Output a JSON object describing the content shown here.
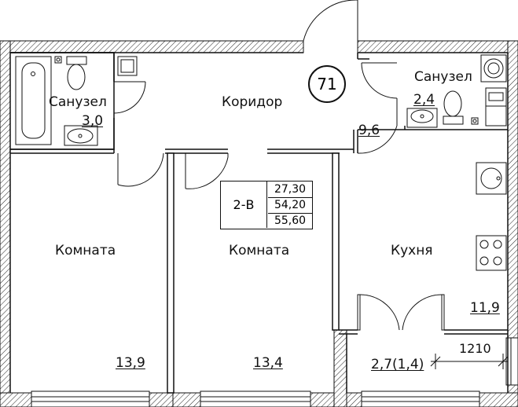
{
  "apartment": {
    "number": "71",
    "type": "2-В",
    "areas": [
      "27,30",
      "54,20",
      "55,60"
    ]
  },
  "rooms": {
    "bathroom_left": {
      "name": "Санузел",
      "area": "3,0"
    },
    "bathroom_right": {
      "name": "Санузел",
      "area": "2,4"
    },
    "corridor": {
      "name": "Коридор",
      "area": "9,6"
    },
    "room_left": {
      "name": "Комната",
      "area": "13,9"
    },
    "room_middle": {
      "name": "Комната",
      "area": "13,4"
    },
    "kitchen": {
      "name": "Кухня",
      "area": "11,9"
    },
    "balcony": {
      "area": "2,7(1,4)",
      "dimension": "1210"
    }
  }
}
